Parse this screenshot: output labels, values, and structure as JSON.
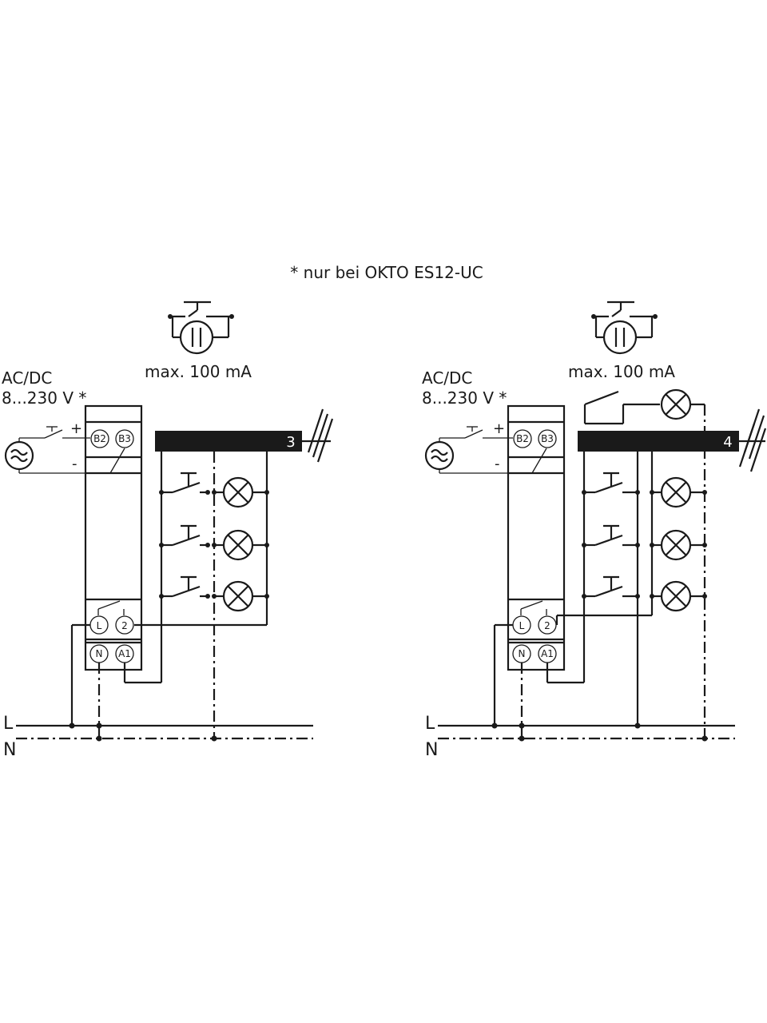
{
  "footnote": "* nur bei OKTO ES12-UC",
  "diagrams": [
    {
      "supply_line1": "AC/DC",
      "supply_line2": "8...230 V *",
      "pushbutton_label": "max. 100 mA",
      "bus_count": "3",
      "terminals": {
        "b2": "B2",
        "b3": "B3",
        "l": "L",
        "two": "2",
        "n": "N",
        "a1": "A1"
      },
      "plus": "+",
      "minus": "-",
      "line_l": "L",
      "line_n": "N"
    },
    {
      "supply_line1": "AC/DC",
      "supply_line2": "8...230 V *",
      "pushbutton_label": "max. 100 mA",
      "bus_count": "4",
      "terminals": {
        "b2": "B2",
        "b3": "B3",
        "l": "L",
        "two": "2",
        "n": "N",
        "a1": "A1"
      },
      "plus": "+",
      "minus": "-",
      "line_l": "L",
      "line_n": "N"
    }
  ],
  "icons": {
    "ac_source": "ac-source-icon",
    "lamp": "lamp-icon",
    "pushbutton": "pushbutton-icon",
    "illuminated_pushbutton": "illuminated-pushbutton-icon"
  }
}
